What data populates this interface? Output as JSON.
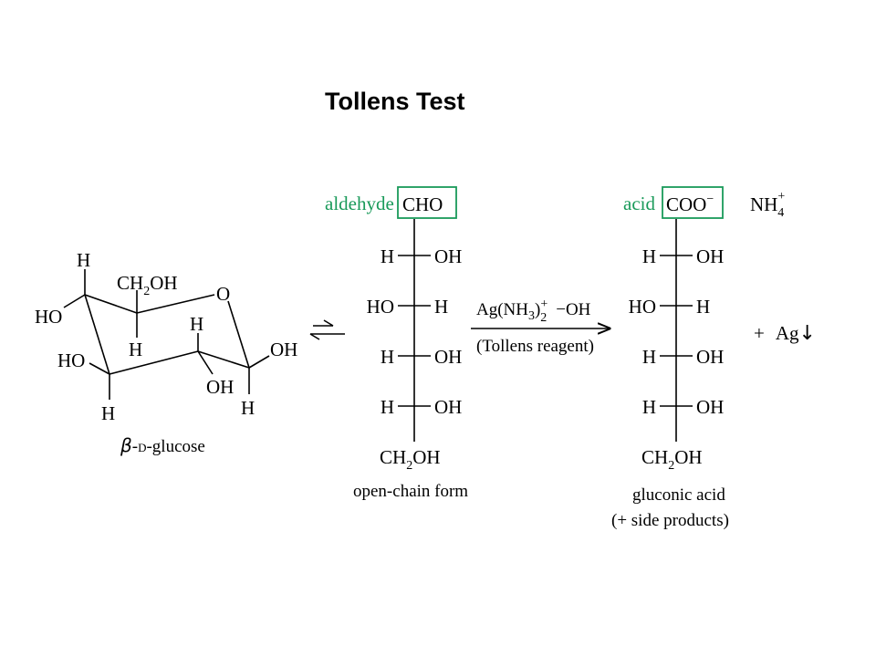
{
  "title": "Tollens Test",
  "glucose": {
    "atoms": {
      "h_top": "H",
      "ch2oh": "CH",
      "ch2oh_sub": "2",
      "ch2oh_tail": "OH",
      "ring_o": "O",
      "ho_1": "HO",
      "h_c5": "H",
      "h_c3": "H",
      "ho_2": "HO",
      "oh_c1": "OH",
      "oh_c2": "OH",
      "h_c4": "H",
      "h_c1": "H"
    },
    "caption_greek": "β",
    "caption_prefix": "-",
    "caption_d": "D",
    "caption_rest": "-glucose"
  },
  "open_chain": {
    "tag": "aldehyde",
    "group": "CHO",
    "rows": [
      {
        "left": "H",
        "right": "OH"
      },
      {
        "left": "HO",
        "right": "H"
      },
      {
        "left": "H",
        "right": "OH"
      },
      {
        "left": "H",
        "right": "OH"
      }
    ],
    "bottom_main": "CH",
    "bottom_sub": "2",
    "bottom_tail": "OH",
    "caption": "open-chain form"
  },
  "reagent": {
    "formula_a": "Ag(NH",
    "formula_sub3": "3",
    "formula_close": ")",
    "formula_sup": "+",
    "formula_sub2": "2",
    "formula_minus": "−",
    "formula_oh": "OH",
    "name": "(Tollens reagent)"
  },
  "product": {
    "tag": "acid",
    "group": "COO",
    "group_charge": "−",
    "rows": [
      {
        "left": "H",
        "right": "OH"
      },
      {
        "left": "HO",
        "right": "H"
      },
      {
        "left": "H",
        "right": "OH"
      },
      {
        "left": "H",
        "right": "OH"
      }
    ],
    "bottom_main": "CH",
    "bottom_sub": "2",
    "bottom_tail": "OH",
    "caption_1": "gluconic acid",
    "caption_2": "(+ side products)"
  },
  "byproducts": {
    "ammonium": "NH",
    "ammonium_sub": "4",
    "ammonium_sup": "+",
    "silver_plus": "+",
    "silver": "Ag",
    "silver_arrow": "↓"
  },
  "colors": {
    "accent_green": "#1a9a5a",
    "text": "#000000",
    "background": "#ffffff"
  }
}
